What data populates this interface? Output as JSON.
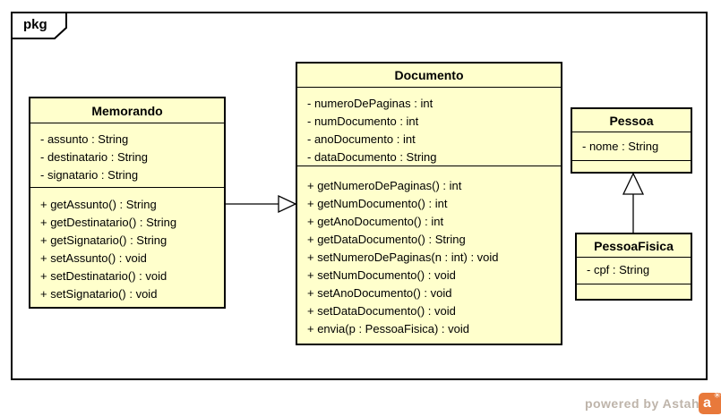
{
  "frame": {
    "label": "pkg"
  },
  "classes": [
    {
      "name": "Memorando",
      "attributes": [
        "- assunto : String",
        "- destinatario : String",
        "- signatario : String"
      ],
      "methods": [
        "+ getAssunto() : String",
        "+ getDestinatario() : String",
        "+ getSignatario() : String",
        "+ setAssunto() : void",
        "+ setDestinatario() : void",
        "+ setSignatario() : void"
      ]
    },
    {
      "name": "Documento",
      "attributes": [
        "- numeroDePaginas : int",
        "- numDocumento : int",
        "- anoDocumento : int",
        "- dataDocumento : String"
      ],
      "methods": [
        "+ getNumeroDePaginas() : int",
        "+ getNumDocumento() : int",
        "+ getAnoDocumento() : int",
        "+ getDataDocumento() : String",
        "+ setNumeroDePaginas(n : int) : void",
        "+ setNumDocumento() : void",
        "+ setAnoDocumento() : void",
        "+ setDataDocumento() : void",
        "+ envia(p : PessoaFisica) : void"
      ]
    },
    {
      "name": "Pessoa",
      "attributes": [
        "- nome : String"
      ],
      "methods": []
    },
    {
      "name": "PessoaFisica",
      "attributes": [
        "- cpf : String"
      ],
      "methods": []
    }
  ],
  "relations": [
    {
      "type": "generalization",
      "from": "Memorando",
      "to": "Documento"
    },
    {
      "type": "generalization",
      "from": "PessoaFisica",
      "to": "Pessoa"
    }
  ],
  "watermark": {
    "text": "powered by Astah",
    "logo_letter": "a",
    "logo_star": "✳"
  },
  "colors": {
    "class_fill": "#FFFFCC",
    "line": "#000000",
    "watermark_text": "#BEB4AA",
    "logo": "#E8793B"
  }
}
